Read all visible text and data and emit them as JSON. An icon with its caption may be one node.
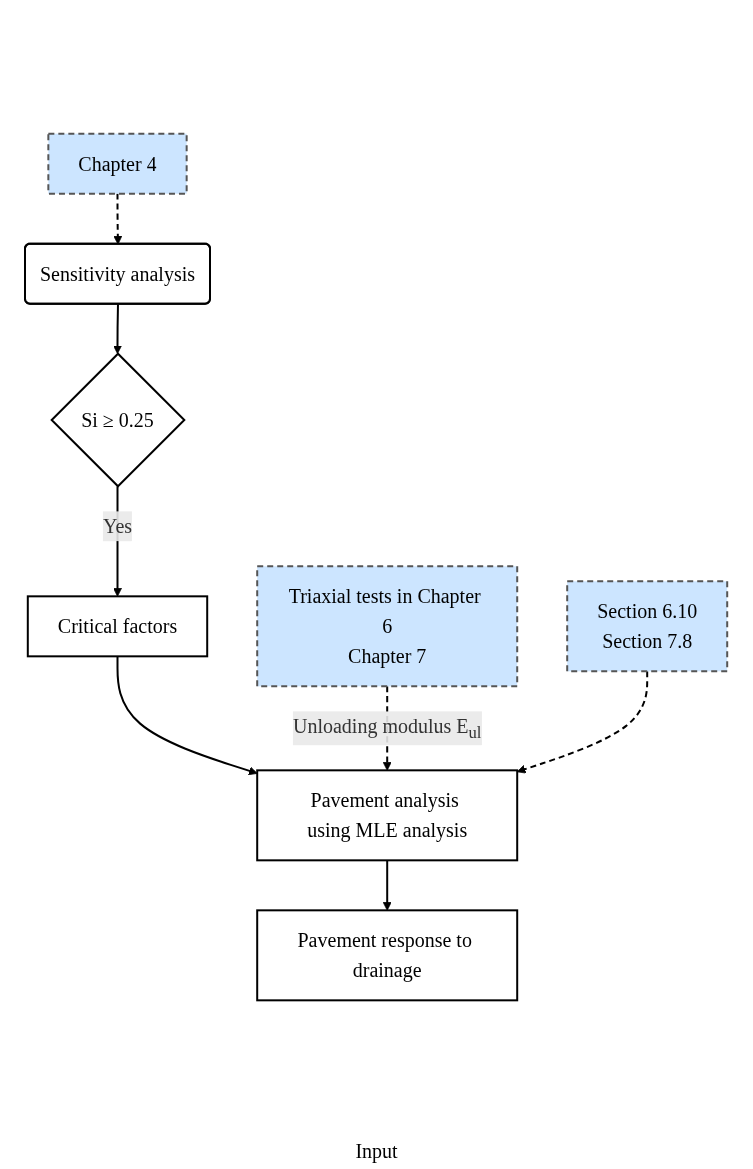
{
  "diagram": {
    "nodes": [
      {
        "text": [
          "Sensitivity analysis"
        ]
      },
      {
        "text": [
          "Chapter 4"
        ]
      },
      {
        "text": [
          "Si ≥ 0.25"
        ]
      },
      {
        "text": [
          "Critical factors"
        ]
      },
      {
        "text": [
          "Triaxial tests in Chapter 6",
          "Chapter 7"
        ]
      },
      {
        "text": [
          "Pavement analysis using MLE analysis"
        ]
      },
      {
        "text": [
          "Section 6.10",
          "Section 7.8"
        ]
      },
      {
        "text": [
          "Pavement response to drainage"
        ]
      }
    ],
    "edges": [
      {
        "from": 1,
        "to": 0,
        "arrow": "to",
        "style": "dashed"
      },
      {
        "from": 0,
        "to": 2,
        "arrow": "to"
      },
      {
        "from": 2,
        "to": 3,
        "arrow": "to",
        "label": "Yes"
      },
      {
        "from": 3,
        "to": 5,
        "arrow": "to"
      },
      {
        "from": 4,
        "to": 5,
        "arrow": "to",
        "style": "dashed",
        "label": "Unloading modulus E$_{ul}$"
      },
      {
        "from": 6,
        "to": 5,
        "arrow": "to",
        "style": "dashed"
      },
      {
        "from": 5,
        "to": 7,
        "arrow": "to"
      }
    ],
    "labels": [
      "Input"
    ]
  }
}
